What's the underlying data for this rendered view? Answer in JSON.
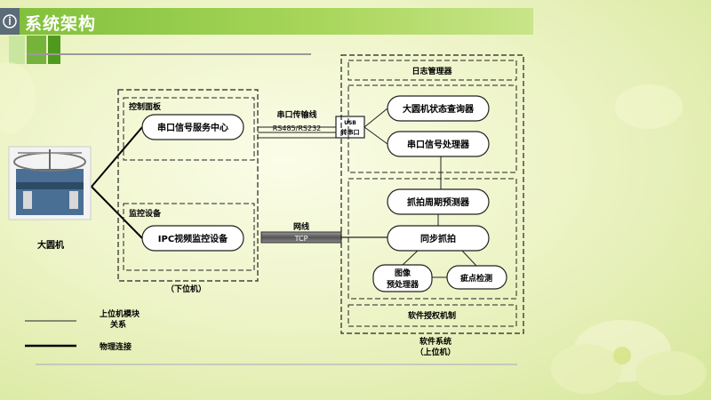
{
  "title": "系统架构",
  "machine_label": "大圆机",
  "lower": {
    "group_label": "（下位机）",
    "control_panel": {
      "label": "控制面板",
      "node": "串口信号服务中心"
    },
    "monitor": {
      "label": "监控设备",
      "node": "IPC视频监控设备"
    }
  },
  "links": {
    "serial_title": "串口传输线",
    "serial_sub": "RS485/RS232",
    "net_title": "网线",
    "net_sub": "TCP",
    "usb_line1": "USB",
    "usb_line2": "转串口"
  },
  "upper": {
    "log": "日志管理器",
    "status_query": "大圆机状态查询器",
    "serial_processor": "串口信号处理器",
    "capture_predictor": "抓拍周期预测器",
    "sync_capture": "同步抓拍",
    "image_pre_1": "图像",
    "image_pre_2": "预处理器",
    "defect_detect": "疵点检测",
    "license": "软件授权机制",
    "group_label_1": "软件系统",
    "group_label_2": "（上位机）"
  },
  "legend": {
    "module_relation_1": "上位机模块",
    "module_relation_2": "关系",
    "physical": "物理连接"
  },
  "colors": {
    "title_bar": "#8cc63f",
    "icon_bg": "#5c6b78"
  }
}
